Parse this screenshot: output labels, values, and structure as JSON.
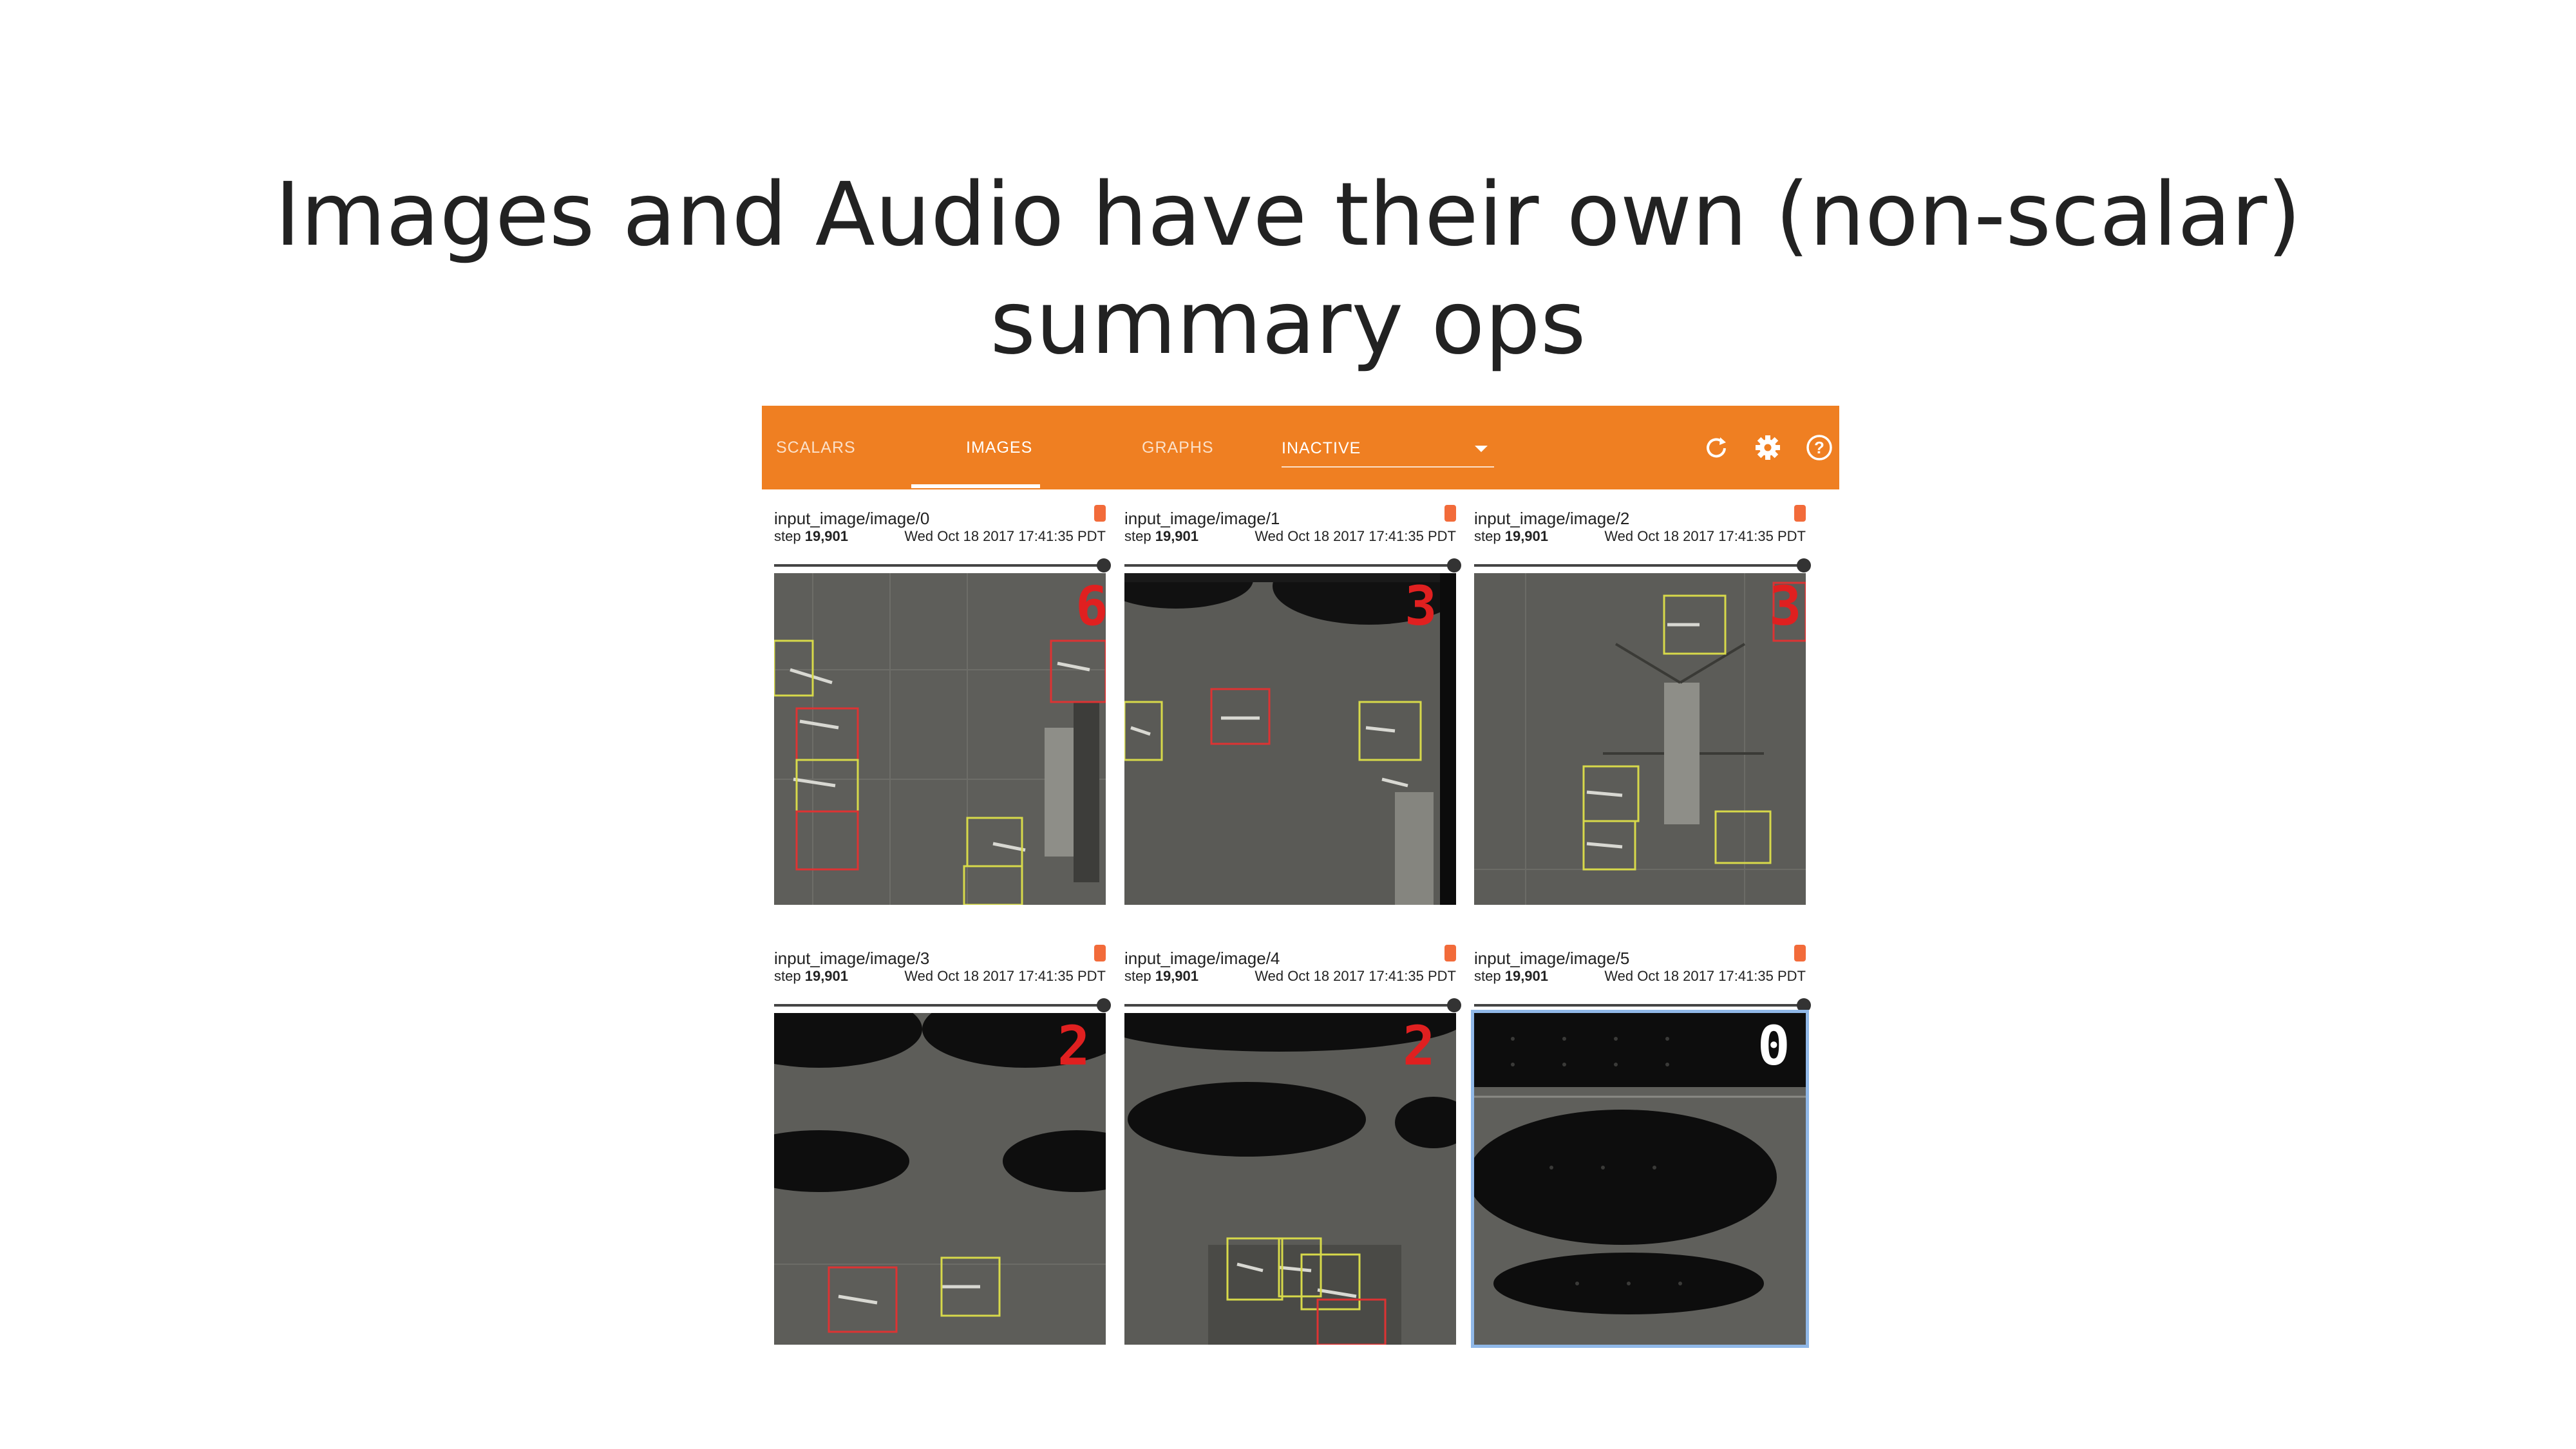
{
  "slide": {
    "title_line1": "Images and Audio have their own (non-scalar)",
    "title_line2": "summary ops"
  },
  "tensorboard": {
    "tabs": [
      {
        "label": "SCALARS",
        "active": false
      },
      {
        "label": "IMAGES",
        "active": true
      },
      {
        "label": "GRAPHS",
        "active": false
      }
    ],
    "runs_dropdown": {
      "label": "INACTIVE"
    },
    "icons": [
      "refresh-icon",
      "settings-gear-icon",
      "help-icon"
    ],
    "accent_color": "#ef7f22",
    "cards": [
      {
        "title": "input_image/image/0",
        "step_label": "step",
        "step_value": "19,901",
        "timestamp": "Wed Oct 18 2017 17:41:35 PDT",
        "digit": "6",
        "scene": "terminal-left"
      },
      {
        "title": "input_image/image/1",
        "step_label": "step",
        "step_value": "19,901",
        "timestamp": "Wed Oct 18 2017 17:41:35 PDT",
        "digit": "3",
        "scene": "apron"
      },
      {
        "title": "input_image/image/2",
        "step_label": "step",
        "step_value": "19,901",
        "timestamp": "Wed Oct 18 2017 17:41:35 PDT",
        "digit": "3",
        "scene": "terminal-center"
      },
      {
        "title": "input_image/image/3",
        "step_label": "step",
        "step_value": "19,901",
        "timestamp": "Wed Oct 18 2017 17:41:35 PDT",
        "digit": "2",
        "scene": "islands"
      },
      {
        "title": "input_image/image/4",
        "step_label": "step",
        "step_value": "19,901",
        "timestamp": "Wed Oct 18 2017 17:41:35 PDT",
        "digit": "2",
        "scene": "islands-2"
      },
      {
        "title": "input_image/image/5",
        "step_label": "step",
        "step_value": "19,901",
        "timestamp": "Wed Oct 18 2017 17:41:35 PDT",
        "digit": "0",
        "scene": "dark-islands",
        "selected": true
      }
    ]
  }
}
